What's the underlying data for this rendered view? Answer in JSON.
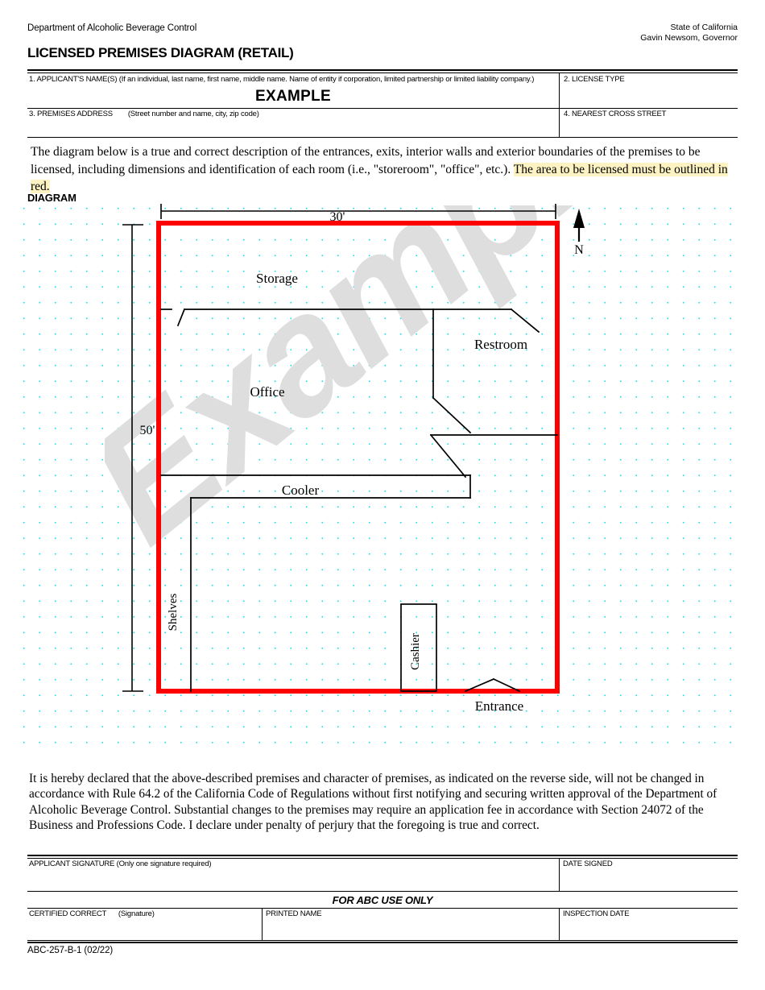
{
  "header": {
    "department": "Department of Alcoholic Beverage Control",
    "state": "State of California",
    "governor": "Gavin Newsom, Governor",
    "form_title": "LICENSED PREMISES DIAGRAM (RETAIL)"
  },
  "fields": {
    "applicant_name_label": "1. APPLICANT'S NAME(S) (If an individual, last name, first name, middle name. Name of entity if corporation, limited partnership or limited liability company.)",
    "applicant_name_value": "EXAMPLE",
    "license_type_label": "2.  LICENSE TYPE",
    "license_type_value": "",
    "premises_address_label": "3.  PREMISES ADDRESS",
    "premises_address_hint": "(Street number and name, city, zip code)",
    "premises_address_value": "",
    "cross_street_label": "4.  NEAREST CROSS STREET",
    "cross_street_value": ""
  },
  "instruction": {
    "part1": "The diagram below is a true and correct description of the entrances, exits, interior walls and exterior boundaries of the premises to be licensed, including dimensions and identification of each room (i.e., \"storeroom\", \"office\", etc.). ",
    "highlighted": "The area to be licensed must be outlined in red."
  },
  "diagram": {
    "section_label": "DIAGRAM",
    "watermark_text": "Example",
    "outline_color": "#ff0000",
    "grid_dot_color": "#19e0f7",
    "dimensions": {
      "width_label": "30'",
      "height_label": "50'"
    },
    "compass": {
      "label": "N",
      "icon": "north-arrow-icon"
    },
    "rooms": [
      {
        "name": "Storage",
        "label": "Storage"
      },
      {
        "name": "Restroom",
        "label": "Restroom"
      },
      {
        "name": "Office",
        "label": "Office"
      },
      {
        "name": "Cooler",
        "label": "Cooler"
      },
      {
        "name": "Shelves",
        "label": "Shelves"
      },
      {
        "name": "Cashier",
        "label": "Cashier"
      },
      {
        "name": "Entrance",
        "label": "Entrance"
      }
    ]
  },
  "declaration": {
    "text": "It is hereby declared that the above-described premises and character of premises, as indicated on the reverse side, will not be changed in accordance with Rule 64.2 of the California Code of Regulations without first notifying and securing written approval of the Department of Alcoholic Beverage Control.  Substantial changes to the premises may require an application fee in accordance with Section 24072 of the Business and Professions Code.  I declare under penalty of perjury that the foregoing is true and correct."
  },
  "signature_section": {
    "applicant_signature_label": "APPLICANT SIGNATURE (Only one signature required)",
    "applicant_signature_value": "",
    "date_signed_label": "DATE SIGNED",
    "date_signed_value": ""
  },
  "abc_section": {
    "heading": "FOR ABC USE ONLY",
    "certified_correct_label": "CERTIFIED CORRECT",
    "certified_correct_hint": "(Signature)",
    "certified_correct_value": "",
    "printed_name_label": "PRINTED NAME",
    "printed_name_value": "",
    "inspection_date_label": "INSPECTION DATE",
    "inspection_date_value": ""
  },
  "footer": {
    "form_number": "ABC-257-B-1 (02/22)"
  }
}
